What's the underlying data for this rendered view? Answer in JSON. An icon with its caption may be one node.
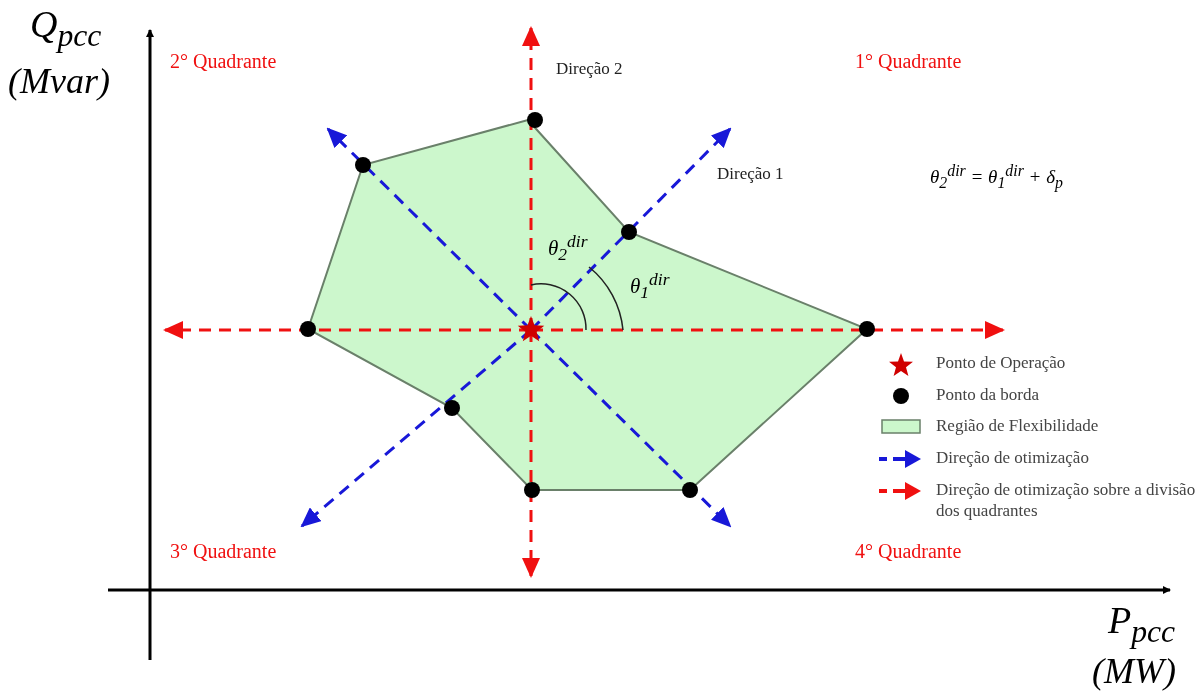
{
  "diagram": {
    "labels": [
      "Q$_{pcc}$",
      "(Mvar)",
      "2° Quadrante",
      "Direção 2",
      "1° Quadrante",
      "Direção 1",
      "θ$_{2}$$^{dir}$ = θ$_{1}$$^{dir}$ + δ$_{p}$",
      "θ$_{2}$$^{dir}$",
      "θ$_{1}$$^{dir}$",
      "3° Quadrante",
      "4° Quadrante",
      "P$_{pcc}$",
      "(MW)"
    ],
    "legend": [
      {
        "text": "Ponto de Operação"
      },
      {
        "text": "Ponto da borda"
      },
      {
        "text": "Região de Flexibilidade",
        "color": "#ccf7cc"
      },
      {
        "text": "Direção de otimização"
      },
      {
        "text": "Direção de otimização sobre a divisão dos quadrantes"
      }
    ]
  }
}
